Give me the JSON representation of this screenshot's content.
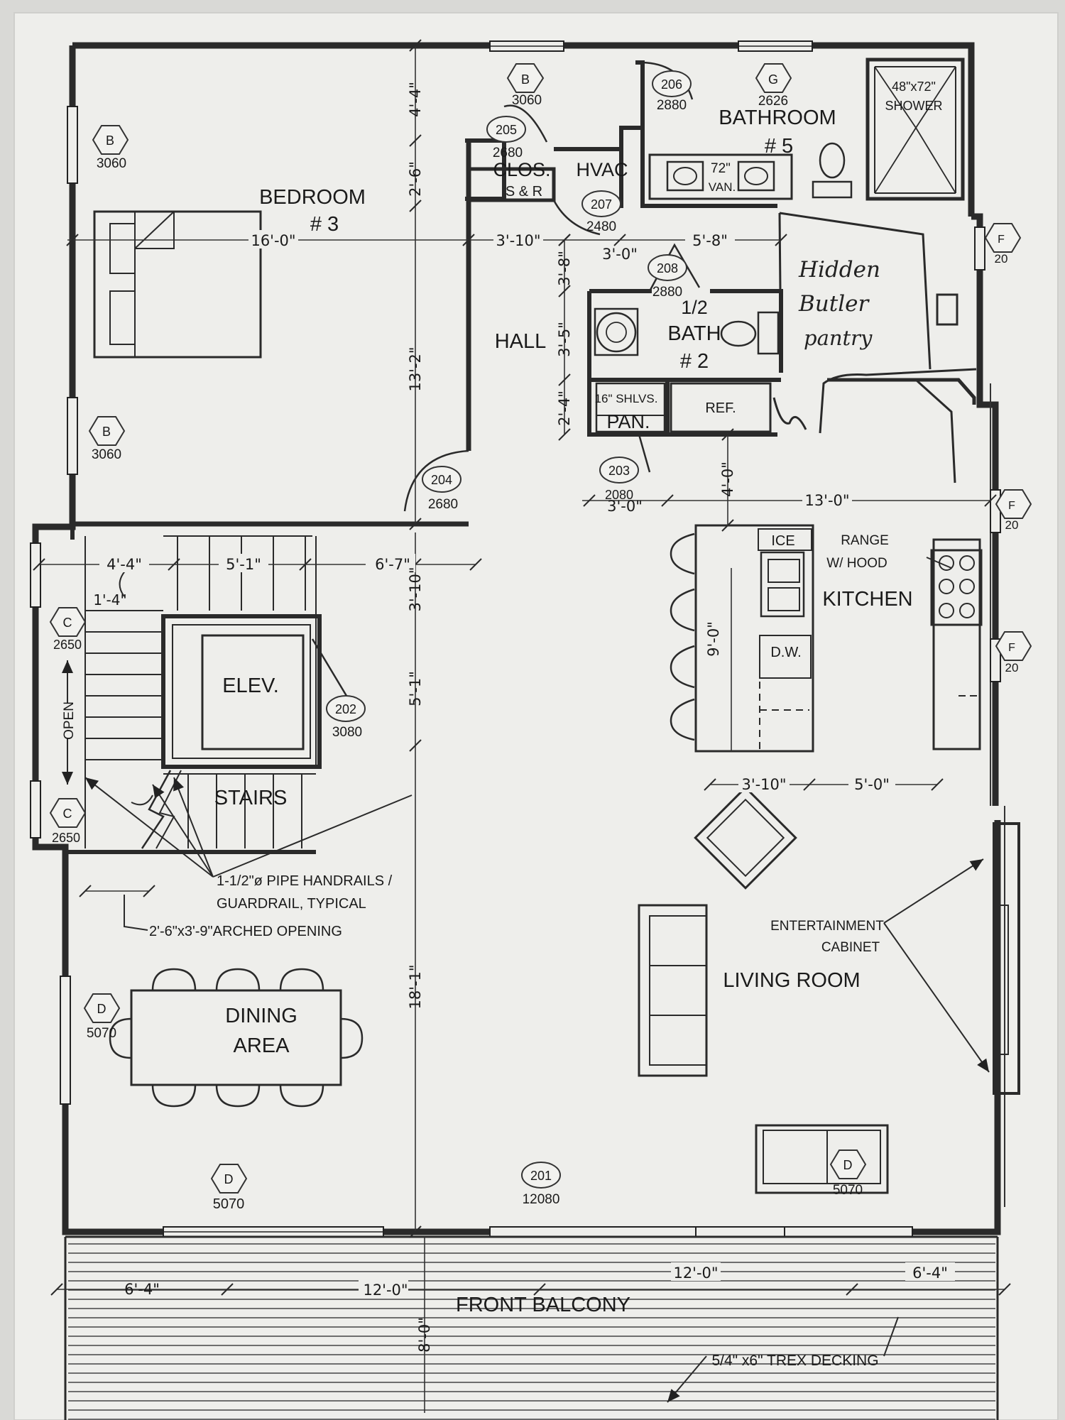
{
  "rooms": {
    "bedroom": "BEDROOM",
    "bedroom_num": "# 3",
    "bathroom": "BATHROOM",
    "bathroom_num": "# 5",
    "closet": "CLOS.",
    "closet_sub": "S & R",
    "hvac": "HVAC",
    "hall": "HALL",
    "half_bath": "1/2",
    "half_bath_label": "BATH",
    "half_bath_num": "# 2",
    "pantry": "PAN.",
    "pantry_shelves": "16\" SHLVS.",
    "ref": "REF.",
    "kitchen": "KITCHEN",
    "ice": "ICE",
    "dw": "D.W.",
    "range": "RANGE",
    "range_sub": "W/ HOOD",
    "elevator": "ELEV.",
    "stairs": "STAIRS",
    "open": "OPEN",
    "dining_1": "DINING",
    "dining_2": "AREA",
    "living": "LIVING ROOM",
    "entertainment_1": "ENTERTAINMENT",
    "entertainment_2": "CABINET",
    "balcony": "FRONT BALCONY",
    "decking": "5/4\" x6\" TREX DECKING",
    "shower_1": "48\"x72\"",
    "shower_2": "SHOWER",
    "vanity_1": "72\"",
    "vanity_2": "VAN."
  },
  "notes": {
    "handrail_1": "1-1/2\"ø  PIPE HANDRAILS /",
    "handrail_2": "GUARDRAIL, TYPICAL",
    "arched": "2'-6\"x3'-9\"ARCHED OPENING",
    "hidden_1": "Hidden",
    "hidden_2": "Butler",
    "hidden_3": "pantry"
  },
  "windows": {
    "b_top": {
      "tag": "B",
      "code": "3060"
    },
    "b_left1": {
      "tag": "B",
      "code": "3060"
    },
    "b_left2": {
      "tag": "B",
      "code": "3060"
    },
    "g": {
      "tag": "G",
      "code": "2626"
    },
    "c1": {
      "tag": "C",
      "code": "2650"
    },
    "c2": {
      "tag": "C",
      "code": "2650"
    },
    "d_left": {
      "tag": "D",
      "code": "5070"
    },
    "d_bottom": {
      "tag": "D",
      "code": "5070"
    },
    "d_right": {
      "tag": "D",
      "code": "5070"
    },
    "f1": {
      "tag": "F",
      "code": "20"
    },
    "f2": {
      "tag": "F",
      "code": "20"
    },
    "f3": {
      "tag": "F",
      "code": "20"
    }
  },
  "doors": {
    "d201": {
      "num": "201",
      "code": "12080"
    },
    "d202": {
      "num": "202",
      "code": "3080"
    },
    "d203": {
      "num": "203",
      "code": "2080"
    },
    "d204": {
      "num": "204",
      "code": "2680"
    },
    "d205": {
      "num": "205",
      "code": "2680"
    },
    "d206": {
      "num": "206",
      "code": "2880"
    },
    "d207": {
      "num": "207",
      "code": "2480"
    },
    "d208": {
      "num": "208",
      "code": "2880"
    }
  },
  "dims": {
    "h_16_0": "16'-0\"",
    "h_3_10a": "3'-10\"",
    "h_3_0a": "3'-0\"",
    "h_5_8": "5'-8\"",
    "v_4_4": "4'-4\"",
    "v_2_6": "2'-6\"",
    "v_13_2": "13'-2\"",
    "v_3_8": "3'-8\"",
    "v_3_5": "3'-5\"",
    "v_2_4": "2'-4\"",
    "v_4_0": "4'-0\"",
    "h_3_0b": "3'-0\"",
    "h_13_0": "13'-0\"",
    "h_4_4": "4'-4\"",
    "h_5_1": "5'-1\"",
    "h_6_7": "6'-7\"",
    "h_1_4": "1'-4\"",
    "v_3_10": "3'-10\"",
    "v_5_1": "5'-1\"",
    "v_9_0": "9'-0\"",
    "h_3_10b": "3'-10\"",
    "h_5_0": "5'-0\"",
    "v_18_1": "18'-1\"",
    "h_6_4a": "6'-4\"",
    "h_12_0a": "12'-0\"",
    "h_12_0b": "12'-0\"",
    "h_6_4b": "6'-4\"",
    "v_8_0": "8'-0\""
  }
}
